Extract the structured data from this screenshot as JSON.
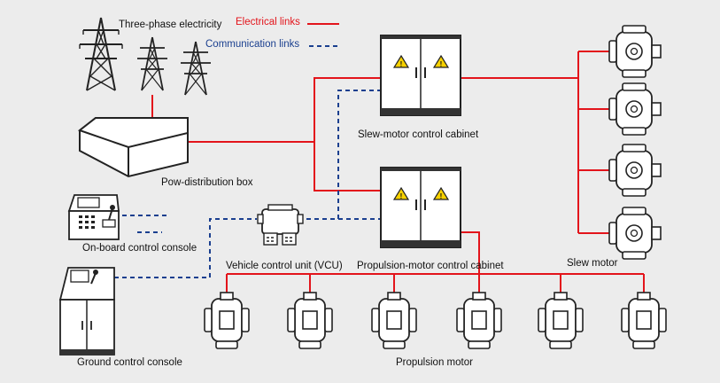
{
  "legend": {
    "electrical": "Electrical links",
    "communication": "Communication links",
    "electrical_color": "#e3141b",
    "communication_color": "#1a3f8f"
  },
  "labels": {
    "three_phase": "Three-phase electricity",
    "distribution_box": "Pow-distribution box",
    "slew_cabinet": "Slew-motor control cabinet",
    "propulsion_cabinet": "Propulsion-motor control cabinet",
    "onboard_console": "On-board control console",
    "ground_console": "Ground control console",
    "vcu": "Vehicle control unit (VCU)",
    "slew_motor": "Slew motor",
    "propulsion_motor": "Propulsion motor"
  }
}
